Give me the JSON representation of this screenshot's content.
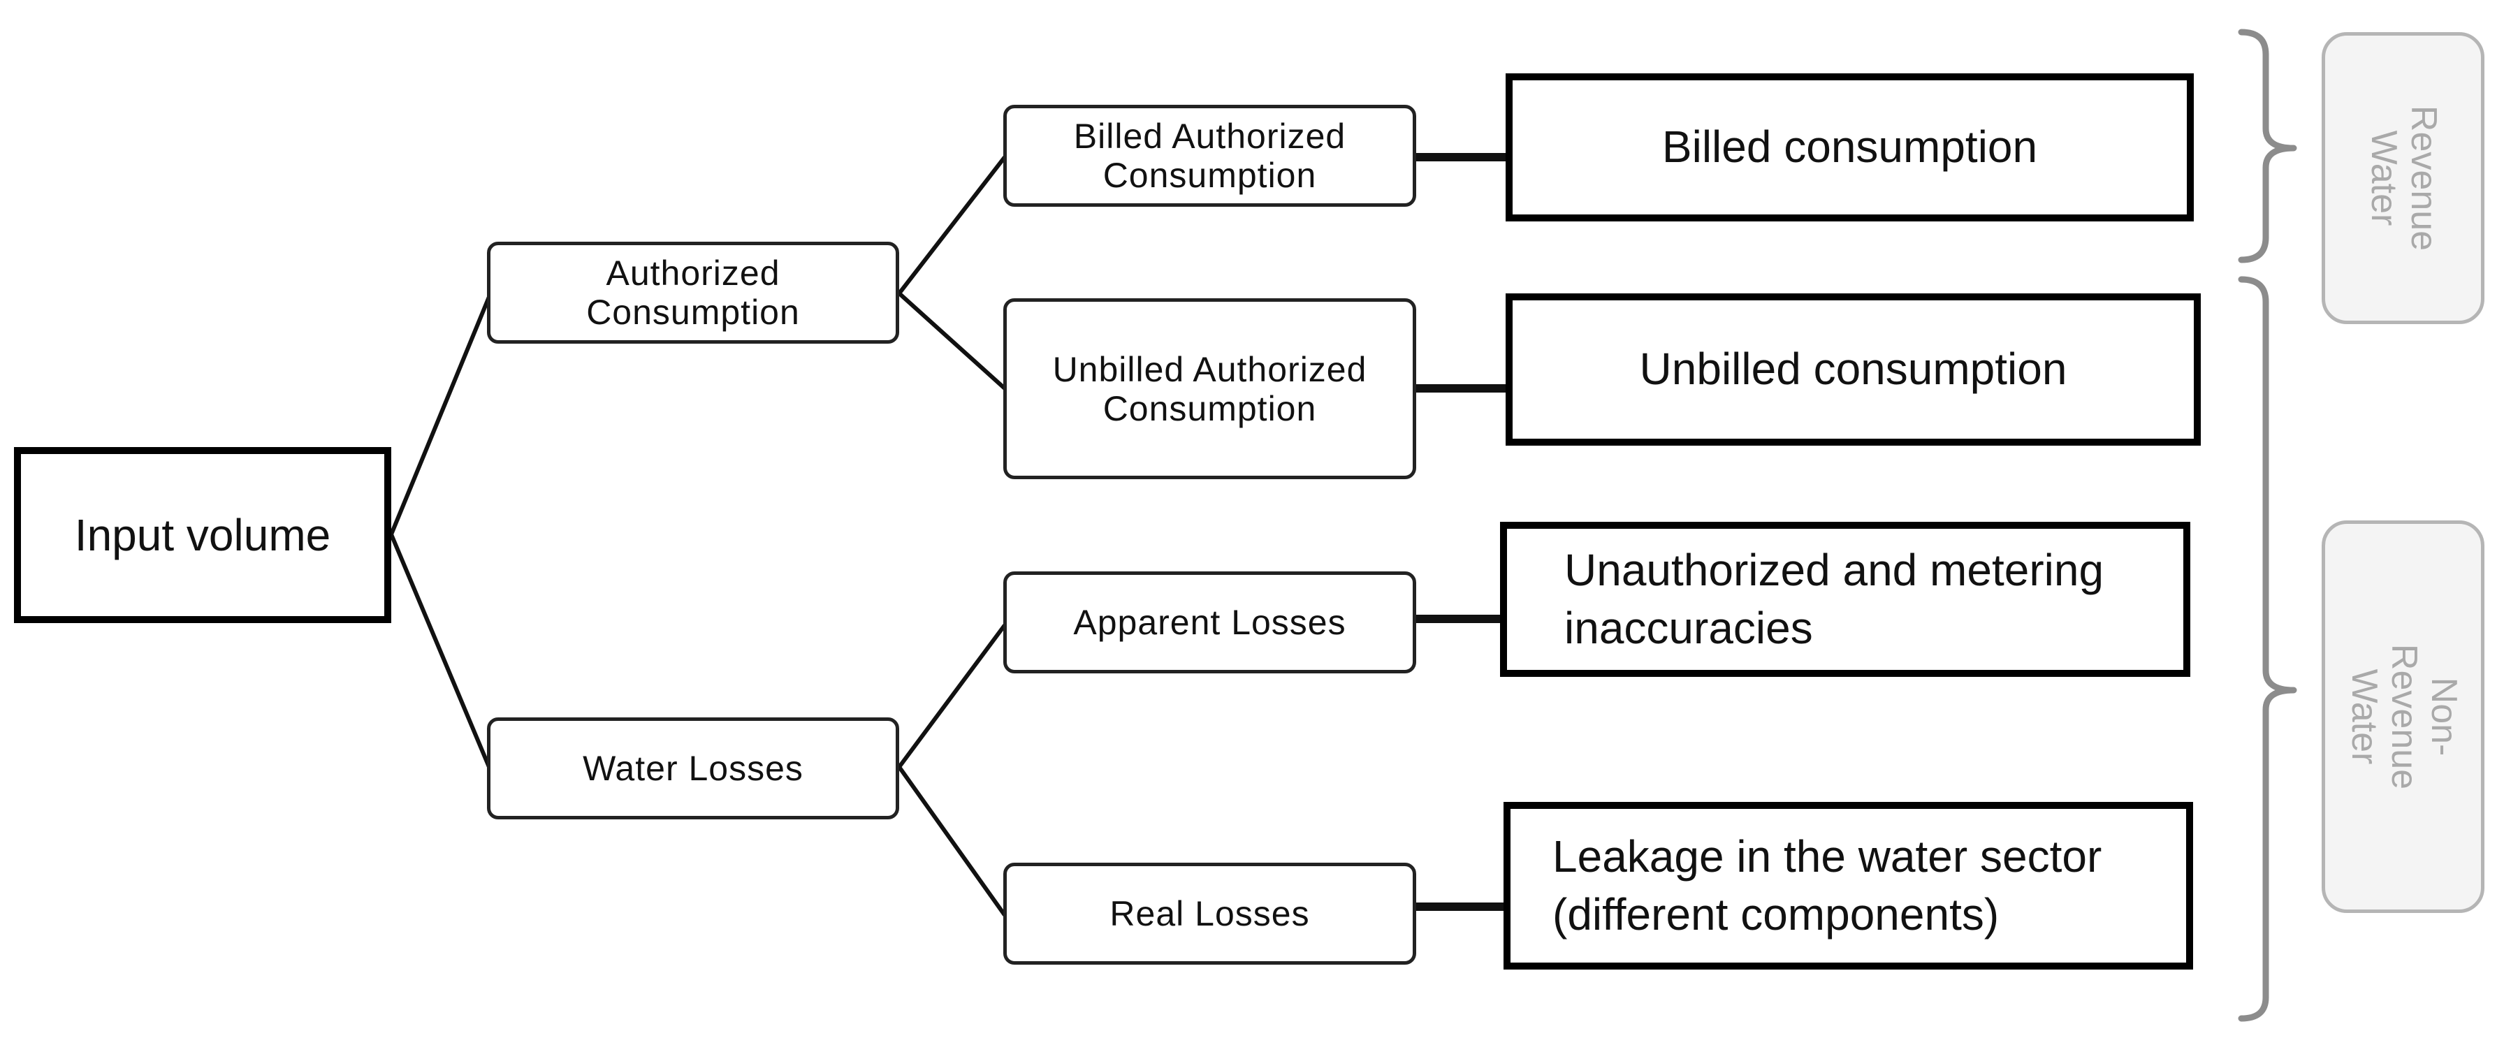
{
  "diagram": {
    "root": "Input volume",
    "level1": [
      {
        "label": "Authorized\nConsumption"
      },
      {
        "label": "Water Losses"
      }
    ],
    "level2": [
      {
        "label": "Billed Authorized\nConsumption"
      },
      {
        "label": "Unbilled Authorized\nConsumption"
      },
      {
        "label": "Apparent Losses"
      },
      {
        "label": "Real Losses"
      }
    ],
    "level3": [
      {
        "label": "Billed consumption"
      },
      {
        "label": "Unbilled consumption"
      },
      {
        "label": "Unauthorized and metering\ninaccuracies"
      },
      {
        "label": "Leakage in the water sector\n(different components)"
      }
    ],
    "categories": [
      {
        "label": "Revenue\nWater"
      },
      {
        "label": "Non-Revenue\nWater"
      }
    ],
    "colors": {
      "line": "#111111",
      "bracket": "#8c8c8c",
      "category_border": "#b5b5b5",
      "category_fill": "#f4f4f4",
      "category_text": "#a9a9a9"
    }
  }
}
